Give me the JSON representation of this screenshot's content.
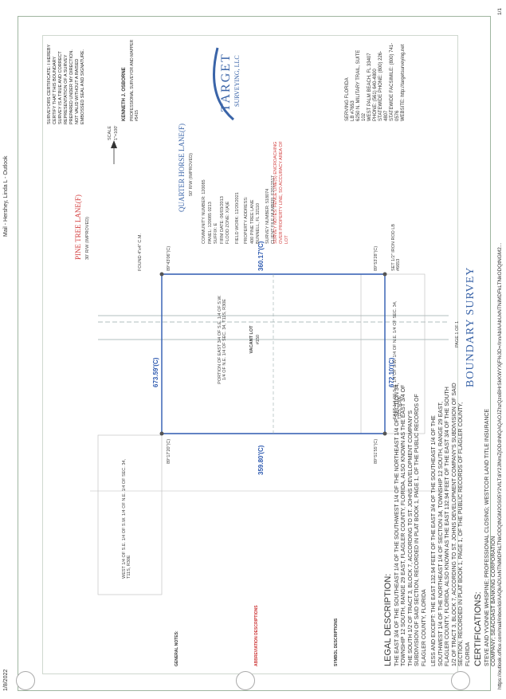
{
  "print_header": {
    "date": "1/8/2022",
    "mail_title": "Mail - Hershey, Linda L - Outlook"
  },
  "print_footer": {
    "url": "https://outlook.office.com/mail/inbox/id/AAQkADUxNTNiMDFkLTNkODQtNGM2OS05Y2VlLTdiY2JlNmZjODdhNQAQAOJZhzQzoBHrSkKWYXjF%3D=/InnAbIAAbUxNTNiMDFkLTNkODQtNGM2...",
    "page": "1/1"
  },
  "survey": {
    "page_of": "PAGE 1 OF 1",
    "title": "BOUNDARY SURVEY",
    "scale_label": "SCALE",
    "scale_value": "1\"=100'",
    "north_road": "QUARTER HORSE LANE(F)",
    "north_road_row": "50' R/W (IMPROVED)",
    "south_road": "PINE TREE LANE(F)",
    "south_road_row": "30' R/W (IMPROVED)",
    "top_dim": "672.10'(C)",
    "bottom_dim": "673.59'(C)",
    "left_dim": "359.80'(C)",
    "right_dim": "360.17'(C)",
    "parcel_label": "PORTION OF EAST 3/4 OF S.E. 1/4 OF S.W. 1/4 OF N.E. 1/4 OF SEC. 34, T11S, R30E",
    "vacant": "VACANT LOT",
    "vacant_code": "#150",
    "adj_north": "EAST 1/4 OF S.E. 1/4 OF S.W. 1/4 OF N.E. 1/4 OF SEC. 34, T11S, R30E",
    "adj_south": "WEST 1/4 OF S.E. 1/4 OF S.W. 1/4 OF N.E. 1/4 OF SEC. 34, T11S, R30E",
    "angle_ne": "89°53'28\"(C)",
    "angle_nw": "89°51'55\"(C)",
    "angle_se": "89°43'06\"(C)",
    "angle_sw": "89°17'20\"(C)",
    "set_label": "SET 1/2\" IRON ROD LB #6653",
    "found_label": "FOUND 4\"x4\" C.M."
  },
  "info_block": {
    "community": "COMMUNITY NUMBER: 120085",
    "panel": "PANEL: 120085 0213",
    "suffix": "SUFFIX: E",
    "firm_date": "FIRM DATE: 06/03/2013",
    "flood_zone": "FLOOD ZONE: X(A)E",
    "field_work": "FIELD WORK: 12/20/2021",
    "property_address": "PROPERTY ADDRESS:",
    "address_1": "400 PINE TREE LANE",
    "address_2": "BUNNELL, FL 32110",
    "survey_number": "SURVEY NUMBER: 518074",
    "client_file": "CLIENT FILE NUMBER: F2012517"
  },
  "red_note": "SURVEY NOTES: FENCE LINE(S) ENCROACHING OVER PROPERTY LINE, SO ACCURACY AREA OF LOT",
  "legal": {
    "heading": "LEGAL DESCRIPTION:",
    "para1": "THE EAST 3/4 OF THE SOUTHEAST 1/4 OF THE SOUTHWEST 1/4 OF THE NORTHEAST 1/4 OF SECTION 34, TOWNSHIP 12 SOUTH, RANGE 29 EAST, FLAGLER COUNTY, FLORIDA, ALSO KNOWN AS THE EAST 3/4 OF THE SOUTH 1/2 OF TRACT 3, BLOCK 7, ACCORDING TO ST. JOHNS DEVELOPMENT COMPANY'S SUBDIVISION OF SAID SECTION, RECORDED IN PLAT BOOK 1, PAGE 1, OF THE PUBLIC RECORDS OF FLAGLER COUNTY, FLORIDA",
    "para2": "LESS AND EXCEPT: THE EAST 132.94 FEET OF THE EAST 3/4 OF THE SOUTHEAST 1/4 OF THE SOUTHWEST 1/4 OF THE NORTHEAST 1/4 OF SECTION 34, TOWNSHIP 12 SOUTH, RANGE 29 EAST, FLAGLER COUNTY, FLORIDA, ALSO KNOWN AS THE EAST 132.94 FEET OF THE EAST 3/4 OF THE SOUTH 1/2 OF TRACT 3, BLOCK 7, ACCORDING TO ST. JOHNS DEVELOPMENT COMPANY'S SUBDIVISION OF SAID SECTION, RECORDED IN PLAT BOOK 1, PAGE 1, OF THE PUBLIC RECORDS OF FLAGLER COUNTY, FLORIDA",
    "cert_heading": "CERTIFICATIONS:",
    "cert_text": "STEVE AND YVONNE WHISPINE; PROFESSIONAL CLOSING; WESTCOR LAND TITLE INSURANCE COMPANY; SEACOAST BANKING CORPORATION"
  },
  "legend_title": "SYMBOL DESCRIPTIONS",
  "abbr_title": "ABBREVIATION DESCRIPTIONS",
  "notes_title": "GENERAL NOTES:",
  "surveyor_cert": "SURVEYORS CERTIFICATE: I HEREBY CERTIFY THAT THIS BOUNDARY SURVEY IS A TRUE AND CORRECT REPRESENTATION OF A SURVEY PREPARED UNDER MY DIRECTION. NOT VALID WITHOUT A RAISED EMBOSSED SEAL AND SIGNATURE.",
  "surveyor": {
    "name": "KENNETH J. OSBORNE",
    "title": "PROFESSIONAL SURVEYOR AND MAPPER #5415"
  },
  "company": {
    "name_1": "TARGET",
    "name_2": "SURVEYING, LLC",
    "serving": "SERVING FLORIDA",
    "lb": "LB #7653",
    "addr1": "6250 N. MILITARY TRAIL, SUITE 102",
    "addr2": "WEST PALM BEACH, FL 33407",
    "phone": "PHONE: (561) 640-4800",
    "statewide": "STATEWIDE PHONE: (800) 226-4807",
    "fax": "STATEWIDE FACSIMILE: (800) 741-0576",
    "website": "WEBSITE: http://targetsurveying.net"
  },
  "colors": {
    "blue": "#2e5ab0",
    "red": "#d23b3b",
    "accent": "#3a64a8"
  }
}
